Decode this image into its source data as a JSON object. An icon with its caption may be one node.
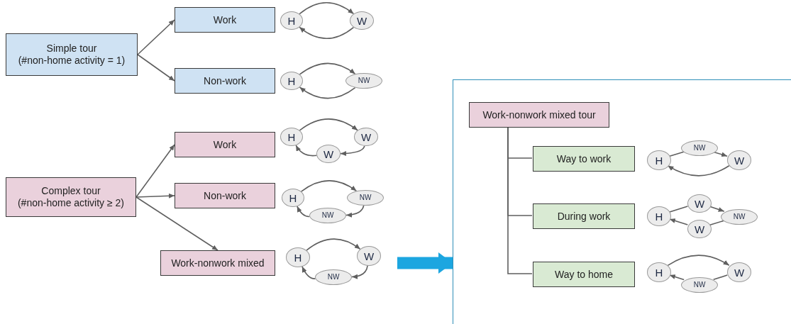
{
  "diagram": {
    "nodes": [
      {
        "text": [
          "Simple tour",
          "(#non-home activity = 1)"
        ]
      },
      {
        "text": [
          "Work"
        ]
      },
      {
        "text": [
          "H"
        ]
      },
      {
        "text": [
          "W"
        ]
      },
      {
        "text": [
          "Non-work"
        ]
      },
      {
        "text": [
          "H"
        ]
      },
      {
        "text": [
          "NW"
        ]
      },
      {
        "text": [
          "Complex tour",
          "(#non-home activity ≥ 2)"
        ]
      },
      {
        "text": [
          "Work"
        ]
      },
      {
        "text": [
          "H"
        ]
      },
      {
        "text": [
          "W"
        ]
      },
      {
        "text": [
          "W"
        ]
      },
      {
        "text": [
          "Non-work"
        ]
      },
      {
        "text": [
          "H"
        ]
      },
      {
        "text": [
          "NW"
        ]
      },
      {
        "text": [
          "NW"
        ]
      },
      {
        "text": [
          "Work-nonwork mixed"
        ]
      },
      {
        "text": [
          "H"
        ]
      },
      {
        "text": [
          "W"
        ]
      },
      {
        "text": [
          "NW"
        ]
      },
      {
        "text": [],
        "shape": "box"
      },
      {
        "text": [
          "Work-nonwork mixed tour"
        ],
        "in": 20
      },
      {
        "text": [
          "Way to work"
        ],
        "in": 20
      },
      {
        "text": [
          "H"
        ],
        "in": 20
      },
      {
        "text": [
          "NW"
        ],
        "in": 20
      },
      {
        "text": [
          "W"
        ],
        "in": 20
      },
      {
        "text": [
          "During work"
        ],
        "in": 20
      },
      {
        "text": [
          "H"
        ],
        "in": 20
      },
      {
        "text": [
          "W"
        ],
        "in": 20
      },
      {
        "text": [
          "W"
        ],
        "in": 20
      },
      {
        "text": [
          "NW"
        ],
        "in": 20
      },
      {
        "text": [
          "Way to home"
        ],
        "in": 20
      },
      {
        "text": [
          "H"
        ],
        "in": 20
      },
      {
        "text": [
          "W"
        ],
        "in": 20
      },
      {
        "text": [
          "NW"
        ],
        "in": 20
      }
    ],
    "edges": [
      {
        "from": 0,
        "to": 1,
        "arrow": "to"
      },
      {
        "from": 0,
        "to": 4,
        "arrow": "to"
      },
      {
        "from": 7,
        "to": 8,
        "arrow": "to"
      },
      {
        "from": 7,
        "to": 12,
        "arrow": "to"
      },
      {
        "from": 7,
        "to": 16,
        "arrow": "to"
      },
      {
        "from": 2,
        "to": 3,
        "arrow": "to"
      },
      {
        "from": 3,
        "to": 2,
        "arrow": "to"
      },
      {
        "from": 5,
        "to": 6,
        "arrow": "to"
      },
      {
        "from": 6,
        "to": 5,
        "arrow": "to"
      },
      {
        "from": 9,
        "to": 10,
        "arrow": "to"
      },
      {
        "from": 10,
        "to": 11,
        "arrow": "to"
      },
      {
        "from": 11,
        "to": 9,
        "arrow": "to"
      },
      {
        "from": 13,
        "to": 14,
        "arrow": "to"
      },
      {
        "from": 14,
        "to": 15,
        "arrow": "to"
      },
      {
        "from": 15,
        "to": 13,
        "arrow": "to"
      },
      {
        "from": 17,
        "to": 18,
        "arrow": "to"
      },
      {
        "from": 18,
        "to": 19,
        "arrow": "to"
      },
      {
        "from": 19,
        "to": 17,
        "arrow": "to"
      },
      {
        "from": null,
        "to": 20,
        "arrow": "to",
        "style": "thick",
        "color": "#1ca6e0"
      },
      {
        "from": 21,
        "to": 22,
        "arrow": "none"
      },
      {
        "from": 21,
        "to": 26,
        "arrow": "none"
      },
      {
        "from": 21,
        "to": 31,
        "arrow": "none"
      },
      {
        "from": 23,
        "to": 24,
        "arrow": "none"
      },
      {
        "from": 24,
        "to": 25,
        "arrow": "to"
      },
      {
        "from": 25,
        "to": 23,
        "arrow": "to"
      },
      {
        "from": 27,
        "to": 28,
        "arrow": "none"
      },
      {
        "from": 28,
        "to": 30,
        "arrow": "to"
      },
      {
        "from": 30,
        "to": 29,
        "arrow": "none"
      },
      {
        "from": 29,
        "to": 27,
        "arrow": "to"
      },
      {
        "from": 32,
        "to": 33,
        "arrow": "to"
      },
      {
        "from": 33,
        "to": 34,
        "arrow": "none"
      },
      {
        "from": 34,
        "to": 32,
        "arrow": "to"
      }
    ]
  }
}
